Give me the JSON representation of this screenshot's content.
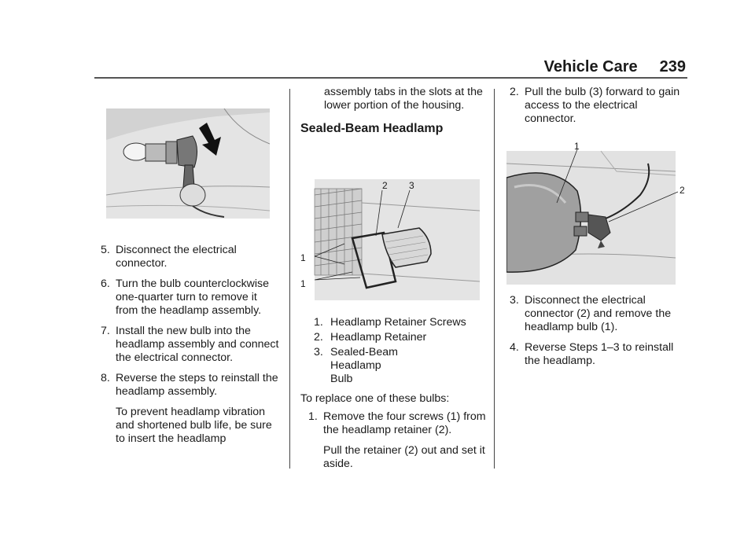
{
  "header": {
    "section": "Vehicle Care",
    "page_number": "239"
  },
  "col1": {
    "steps": [
      {
        "num": "5.",
        "text": "Disconnect the electrical connector."
      },
      {
        "num": "6.",
        "text": "Turn the bulb counterclockwise one-quarter turn to remove it from the headlamp assembly."
      },
      {
        "num": "7.",
        "text": "Install the new bulb into the headlamp assembly and connect the electrical connector."
      },
      {
        "num": "8.",
        "text": "Reverse the steps to reinstall the headlamp assembly."
      }
    ],
    "note": "To prevent headlamp vibration and shortened bulb life, be sure to insert the headlamp"
  },
  "col2": {
    "continuation": "assembly tabs in the slots at the lower portion of the housing.",
    "heading": "Sealed-Beam Headlamp",
    "figure_callouts": [
      "1",
      "1",
      "2",
      "3"
    ],
    "captions": [
      {
        "num": "1.",
        "text": "Headlamp Retainer Screws"
      },
      {
        "num": "2.",
        "text": "Headlamp Retainer"
      },
      {
        "num": "3.",
        "text": "Sealed-Beam Headlamp Bulb"
      }
    ],
    "intro": "To replace one of these bulbs:",
    "steps": [
      {
        "num": "1.",
        "text": "Remove the four screws (1) from the headlamp retainer (2)."
      }
    ],
    "note": "Pull the retainer (2) out and set it aside."
  },
  "col3": {
    "steps_top": [
      {
        "num": "2.",
        "text": "Pull the bulb (3) forward to gain access to the electrical connector."
      }
    ],
    "figure_callouts": [
      "1",
      "2"
    ],
    "steps_bottom": [
      {
        "num": "3.",
        "text": "Disconnect the electrical connector (2) and remove the headlamp bulb (1)."
      },
      {
        "num": "4.",
        "text": "Reverse Steps 1–3 to reinstall the headlamp."
      }
    ]
  }
}
